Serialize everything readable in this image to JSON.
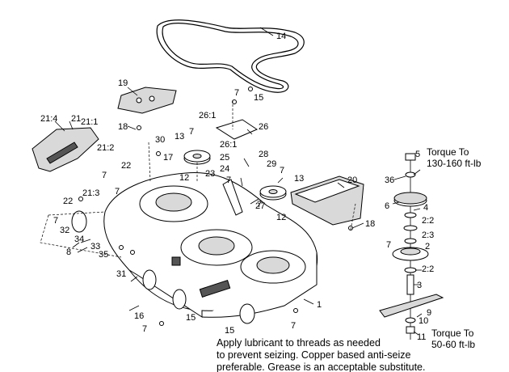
{
  "callouts": {
    "c1": "1",
    "c2": "2",
    "c3": "3",
    "c4": "4",
    "c5": "5",
    "c6": "6",
    "c7": "7",
    "c8": "8",
    "c9": "9",
    "c10": "10",
    "c11": "11",
    "c12": "12",
    "c13": "13",
    "c14": "14",
    "c15": "15",
    "c16": "16",
    "c17": "17",
    "c18": "18",
    "c19": "19",
    "c20": "20",
    "c21": "21",
    "c22": "22",
    "c23": "23",
    "c24": "24",
    "c25": "25",
    "c26": "26",
    "c27": "27",
    "c28": "28",
    "c29": "29",
    "c30": "30",
    "c31": "31",
    "c32": "32",
    "c33": "33",
    "c34": "34",
    "c35": "35",
    "c36": "36",
    "c21_1": "21:1",
    "c21_2": "21:2",
    "c21_3": "21:3",
    "c21_4": "21:4",
    "c26_1": "26:1",
    "c2_2": "2:2",
    "c2_3": "2:3"
  },
  "torque": {
    "top_line1": "Torque To",
    "top_line2": "130-160 ft-lb",
    "bottom_line1": "Torque To",
    "bottom_line2": "50-60 ft-lb"
  },
  "note": {
    "line1": "Apply lubricant to threads as needed",
    "line2": "to prevent seizing. Copper based anti-seize",
    "line3": "preferable. Grease is an acceptable substitute."
  }
}
